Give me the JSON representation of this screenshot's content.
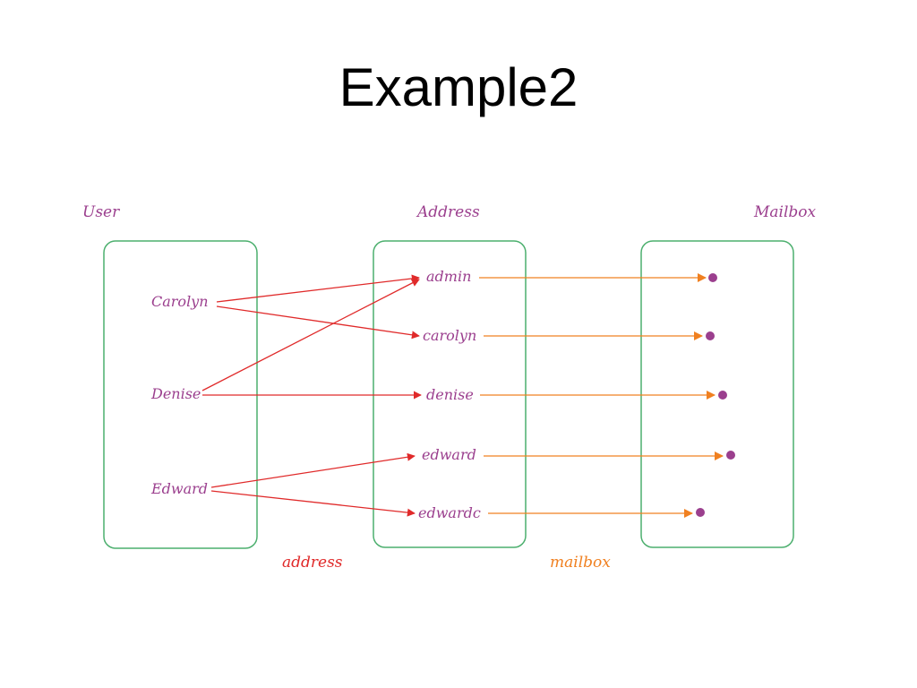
{
  "title": "Example2",
  "diagram": {
    "sets": {
      "user": "User",
      "address": "Address",
      "mailbox": "Mailbox"
    },
    "users": [
      {
        "id": "carolyn",
        "label": "Carolyn"
      },
      {
        "id": "denise",
        "label": "Denise"
      },
      {
        "id": "edward",
        "label": "Edward"
      }
    ],
    "addresses": [
      {
        "id": "admin",
        "label": "admin"
      },
      {
        "id": "carolyn",
        "label": "carolyn"
      },
      {
        "id": "denise",
        "label": "denise"
      },
      {
        "id": "edward",
        "label": "edward"
      },
      {
        "id": "edwardc",
        "label": "edwardc"
      }
    ],
    "mailboxes": [
      "mb1",
      "mb2",
      "mb3",
      "mb4",
      "mb5"
    ],
    "relations": {
      "address": "address",
      "mailbox": "mailbox"
    },
    "address_edges": [
      {
        "from": "carolyn",
        "to": "admin"
      },
      {
        "from": "carolyn",
        "to": "carolyn"
      },
      {
        "from": "denise",
        "to": "admin"
      },
      {
        "from": "denise",
        "to": "denise"
      },
      {
        "from": "edward",
        "to": "edward"
      },
      {
        "from": "edward",
        "to": "edwardc"
      }
    ],
    "mailbox_edges": [
      {
        "from": "admin",
        "to": "mb1"
      },
      {
        "from": "carolyn",
        "to": "mb2"
      },
      {
        "from": "denise",
        "to": "mb3"
      },
      {
        "from": "edward",
        "to": "mb4"
      },
      {
        "from": "edwardc",
        "to": "mb5"
      }
    ],
    "colors": {
      "set_label": "#9b3f8e",
      "box_border": "#4caf6e",
      "address_relation": "#e02a2a",
      "mailbox_relation": "#f08020",
      "node_dot": "#9b3f8e"
    }
  }
}
